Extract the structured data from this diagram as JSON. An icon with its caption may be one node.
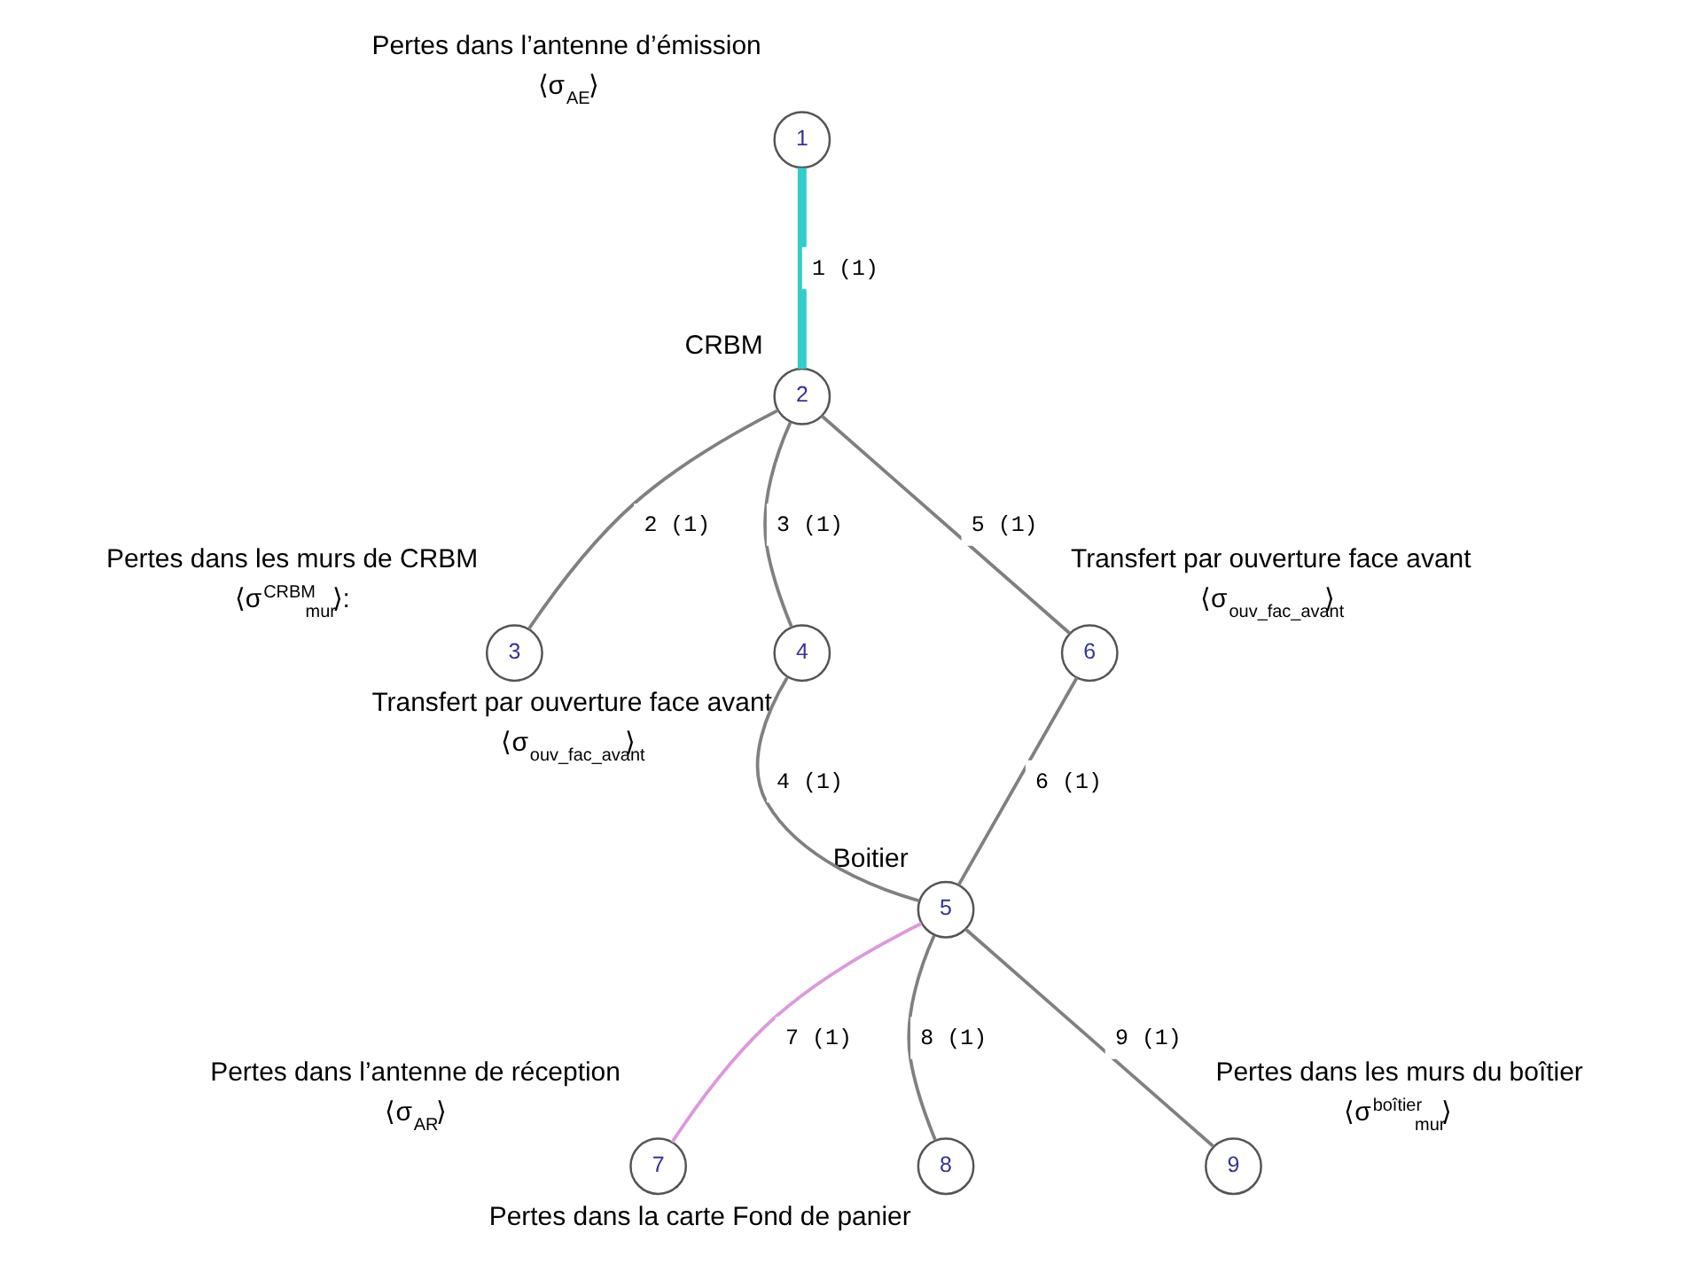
{
  "diagram": {
    "nodes": [
      {
        "text": [
          "1"
        ],
        "beside": [
          "Pertes dans l’antenne d’émission",
          "⟨σ$_{AE}$⟩"
        ]
      },
      {
        "text": [
          "2"
        ],
        "beside": [
          "CRBM"
        ]
      },
      {
        "text": [
          "3"
        ],
        "beside": [
          "Pertes dans les murs de CRBM",
          "⟨σ$^{CRBM}$$_{mur}$⟩:"
        ]
      },
      {
        "text": [
          "4"
        ],
        "beside": [
          "Transfert par ouverture face avant",
          "⟨σ$_{ouv_fac_avant}$⟩"
        ]
      },
      {
        "text": [
          "5"
        ],
        "beside": [
          "Boitier"
        ]
      },
      {
        "text": [
          "6"
        ],
        "beside": [
          "Transfert par ouverture face avant",
          "⟨σ$_{ouv_fac_avant}$⟩"
        ]
      },
      {
        "text": [
          "7"
        ],
        "beside": [
          "Pertes dans l’antenne de réception",
          "⟨σ$_{AR}$⟩"
        ]
      },
      {
        "text": [
          "8"
        ],
        "beside": [
          "Pertes dans la carte Fond de panier"
        ]
      },
      {
        "text": [
          "9"
        ],
        "beside": [
          "Pertes dans les murs du boîtier",
          "⟨σ$^{boîtier}$$_{mur}$⟩"
        ]
      }
    ],
    "edges": [
      {
        "from": 0,
        "to": 1,
        "arrow": "none",
        "label": "1 (1)",
        "style": "thick",
        "color": "#33cccc"
      },
      {
        "from": 1,
        "to": 2,
        "arrow": "none",
        "label": "2 (1)"
      },
      {
        "from": 1,
        "to": 3,
        "arrow": "none",
        "label": "3 (1)"
      },
      {
        "from": 3,
        "to": 4,
        "arrow": "none",
        "label": "4 (1)"
      },
      {
        "from": 1,
        "to": 5,
        "arrow": "none",
        "label": "5 (1)"
      },
      {
        "from": 5,
        "to": 4,
        "arrow": "none",
        "label": "6 (1)"
      },
      {
        "from": 4,
        "to": 6,
        "arrow": "none",
        "label": "7 (1)",
        "color": "#dd99dd"
      },
      {
        "from": 4,
        "to": 7,
        "arrow": "none",
        "label": "8 (1)"
      },
      {
        "from": 4,
        "to": 8,
        "arrow": "none",
        "label": "9 (1)"
      }
    ]
  }
}
